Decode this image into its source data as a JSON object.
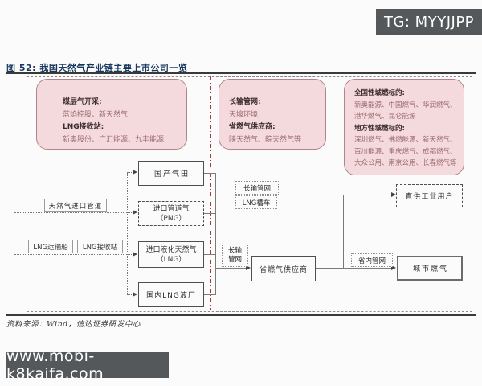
{
  "watermarks": {
    "top": "TG: MYYJJPP",
    "bottom": "www.mobi-k8kaifa.com"
  },
  "figure": {
    "title": "图 52: 我国天然气产业链主要上市公司一览",
    "source": "资料来源：Wind，信达证券研发中心"
  },
  "colors": {
    "panel_fill": "#f4dadd",
    "panel_border": "#b08488",
    "red_divider": "#a33b3b",
    "title_navy": "#17375e",
    "watermark_bg": "#54585b"
  },
  "panel_upstream": {
    "h1": "煤层气开采:",
    "l1": "蓝焰控股、新天然气",
    "h2": "LNG接收站:",
    "l2": "新奥股份、广汇能源、九丰能源"
  },
  "panel_midstream": {
    "h1": "长输管网:",
    "l1": "天壕环境",
    "h2": "省燃气供应商:",
    "l2": "陕天然气、皖天然气等"
  },
  "panel_downstream": {
    "h1": "全国性城燃标的:",
    "l1": "新奥能源、中国燃气、华润燃气、",
    "l2": "港华燃气、昆仑能源",
    "h2": "地方性城燃标的:",
    "l3": "深圳燃气、佛燃能源、新天然气、",
    "l4": "百川能源、重庆燃气、成都燃气、",
    "l5": "大众公用、南京公用、长春燃气等"
  },
  "nodes": {
    "import_pipeline": "天然气进口管道",
    "lng_ship": "LNG运输船",
    "lng_terminal": "LNG接收站",
    "domestic_field": "国产气田",
    "png_l1": "进口管道气",
    "png_l2": "（PNG）",
    "lng_l1": "进口液化天然气",
    "lng_l2": "（LNG）",
    "domestic_lng_plant": "国内LNG液厂",
    "trunk_pipeline": "长输管网",
    "lng_tanker": "LNG槽车",
    "direct_industrial": "直供工业用户",
    "trunk_small_l1": "长输",
    "trunk_small_l2": "管网",
    "provincial_supplier": "省燃气供应商",
    "provincial_pipeline": "省内管网",
    "city_gas": "城市燃气"
  }
}
